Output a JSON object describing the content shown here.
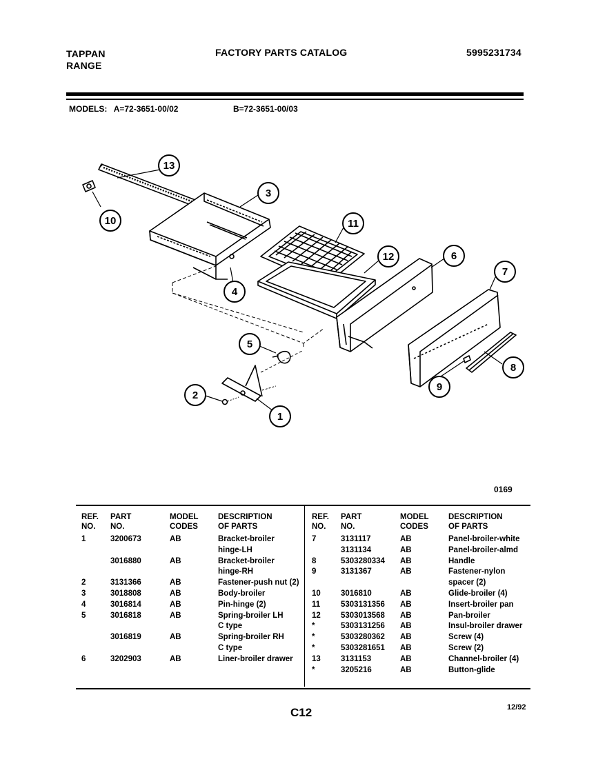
{
  "header": {
    "brand_line1": "TAPPAN",
    "brand_line2": "RANGE",
    "title": "FACTORY PARTS CATALOG",
    "catalog_number": "5995231734"
  },
  "models": {
    "label": "MODELS:",
    "model_a": "A=72-3651-00/02",
    "model_b": "B=72-3651-00/03"
  },
  "diagram": {
    "callouts": [
      "13",
      "10",
      "3",
      "11",
      "12",
      "6",
      "7",
      "4",
      "5",
      "8",
      "9",
      "2",
      "1"
    ],
    "figure_code": "0169"
  },
  "parts_table": {
    "headers": {
      "ref_no": [
        "REF.",
        "NO."
      ],
      "part_no": [
        "PART",
        "NO."
      ],
      "model_codes": [
        "MODEL",
        "CODES"
      ],
      "description": [
        "DESCRIPTION",
        "OF PARTS"
      ]
    },
    "left_rows": [
      {
        "ref": "1",
        "part": "3200673",
        "code": "AB",
        "desc": "Bracket-broiler"
      },
      {
        "ref": "",
        "part": "",
        "code": "",
        "desc": "hinge-LH"
      },
      {
        "ref": "",
        "part": "3016880",
        "code": "AB",
        "desc": "Bracket-broiler"
      },
      {
        "ref": "",
        "part": "",
        "code": "",
        "desc": "hinge-RH"
      },
      {
        "ref": "2",
        "part": "3131366",
        "code": "AB",
        "desc": "Fastener-push nut (2)"
      },
      {
        "ref": "3",
        "part": "3018808",
        "code": "AB",
        "desc": "Body-broiler"
      },
      {
        "ref": "4",
        "part": "3016814",
        "code": "AB",
        "desc": "Pin-hinge (2)"
      },
      {
        "ref": "5",
        "part": "3016818",
        "code": "AB",
        "desc": "Spring-broiler LH"
      },
      {
        "ref": "",
        "part": "",
        "code": "",
        "desc": "C type"
      },
      {
        "ref": "",
        "part": "3016819",
        "code": "AB",
        "desc": "Spring-broiler RH"
      },
      {
        "ref": "",
        "part": "",
        "code": "",
        "desc": "C type"
      },
      {
        "ref": "6",
        "part": "3202903",
        "code": "AB",
        "desc": "Liner-broiler drawer"
      }
    ],
    "right_rows": [
      {
        "ref": "7",
        "part": "3131117",
        "code": "AB",
        "desc": "Panel-broiler-white"
      },
      {
        "ref": "",
        "part": "3131134",
        "code": "AB",
        "desc": "Panel-broiler-almd"
      },
      {
        "ref": "8",
        "part": "5303280334",
        "code": "AB",
        "desc": "Handle"
      },
      {
        "ref": "9",
        "part": "3131367",
        "code": "AB",
        "desc": "Fastener-nylon"
      },
      {
        "ref": "",
        "part": "",
        "code": "",
        "desc": "spacer (2)"
      },
      {
        "ref": "10",
        "part": "3016810",
        "code": "AB",
        "desc": "Glide-broiler (4)"
      },
      {
        "ref": "11",
        "part": "5303131356",
        "code": "AB",
        "desc": "Insert-broiler pan"
      },
      {
        "ref": "12",
        "part": "5303013568",
        "code": "AB",
        "desc": "Pan-broiler"
      },
      {
        "ref": "*",
        "part": "5303131256",
        "code": "AB",
        "desc": "Insul-broiler drawer"
      },
      {
        "ref": "*",
        "part": "5303280362",
        "code": "AB",
        "desc": "Screw (4)"
      },
      {
        "ref": "*",
        "part": "5303281651",
        "code": "AB",
        "desc": "Screw (2)"
      },
      {
        "ref": "13",
        "part": "3131153",
        "code": "AB",
        "desc": "Channel-broiler (4)"
      },
      {
        "ref": "*",
        "part": "3205216",
        "code": "AB",
        "desc": "Button-glide"
      }
    ]
  },
  "footer": {
    "page": "C12",
    "date": "12/92"
  }
}
